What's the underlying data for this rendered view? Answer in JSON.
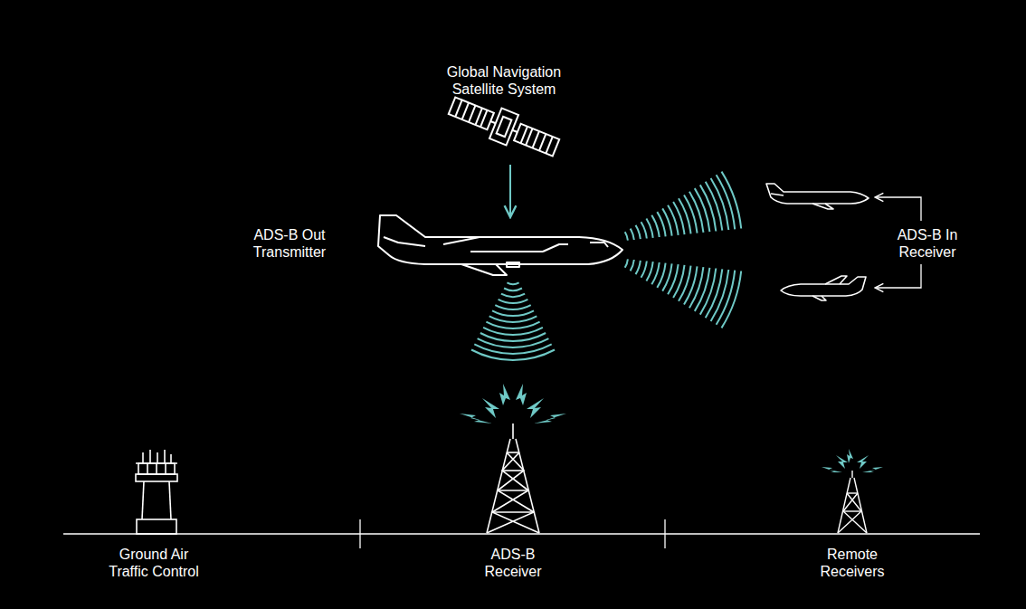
{
  "diagram": {
    "labels": [
      "Global Navigation Satellite System",
      "ADS-B Out Transmitter",
      "ADS-B In Receiver",
      "Ground Air Traffic Control",
      "ADS-B Receiver",
      "Remote Receivers"
    ]
  }
}
